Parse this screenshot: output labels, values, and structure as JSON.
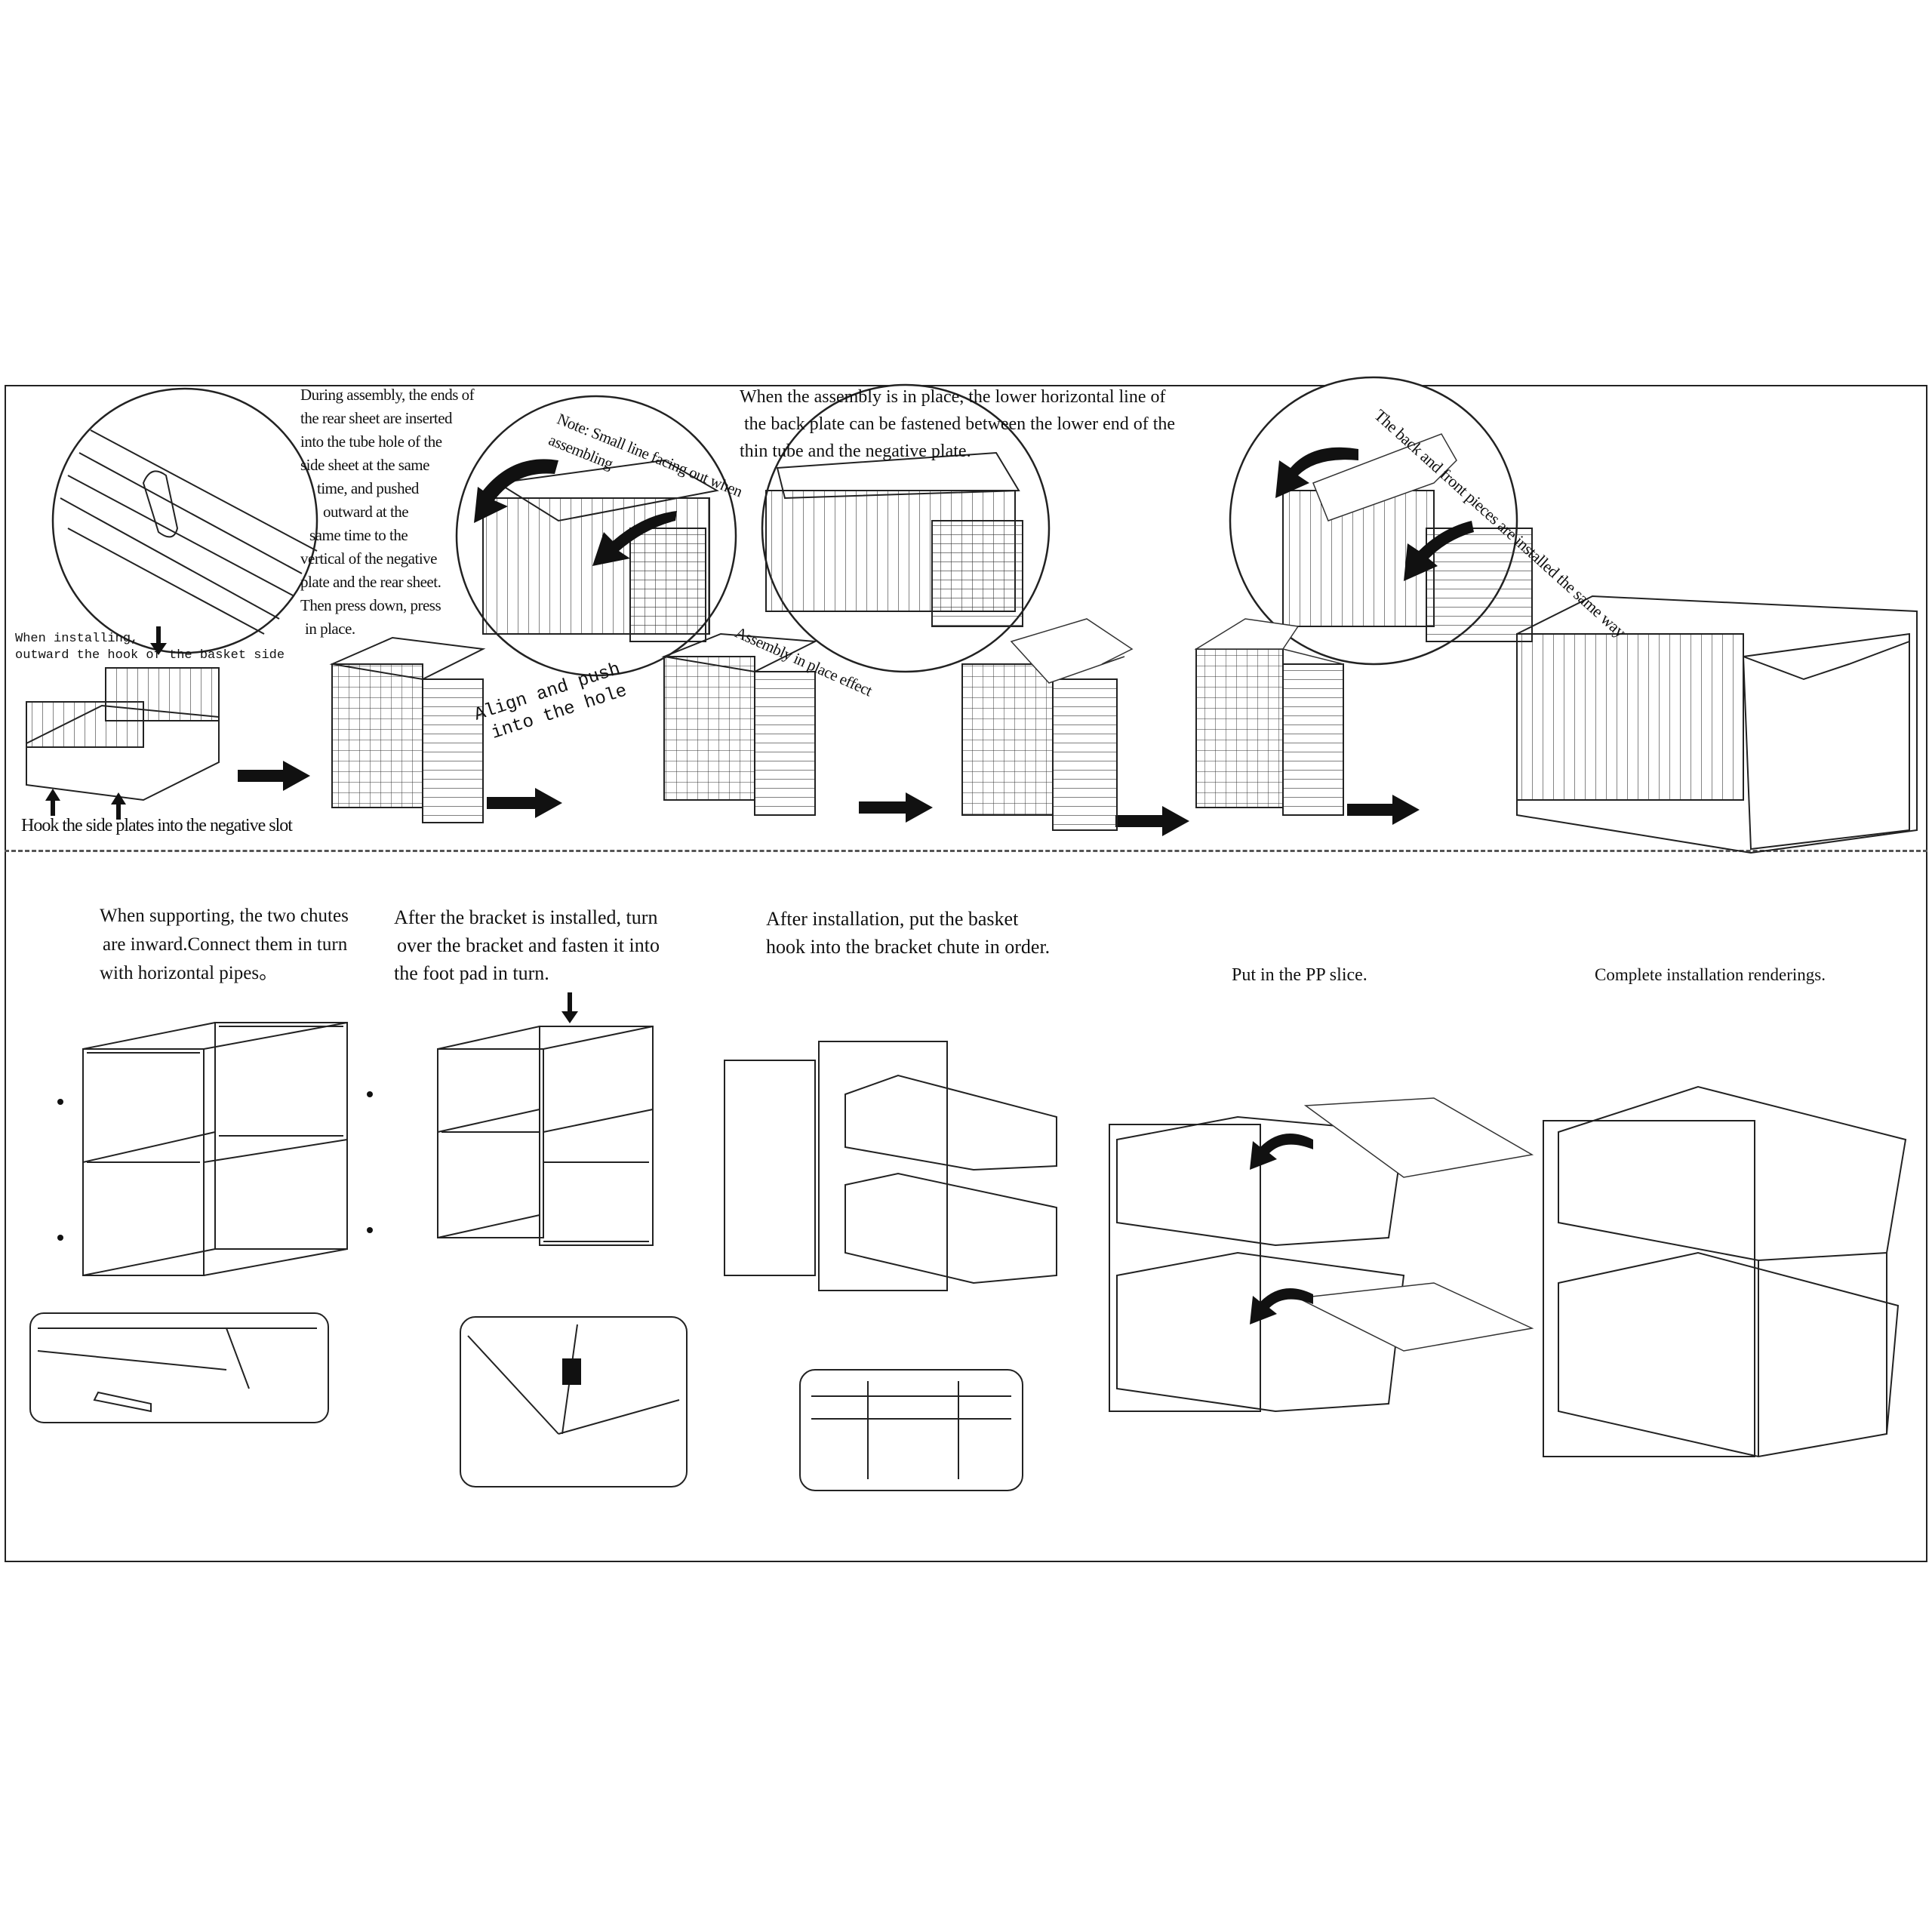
{
  "top_row": {
    "rear_sheet_note": [
      "During assembly, the ends of",
      "the rear sheet are inserted",
      "into the tube hole of the",
      "side sheet at the same",
      "time, and pushed",
      "outward at the",
      "same time to the",
      "vertical of the negative",
      "plate and the rear sheet.",
      "Then press down, press",
      "in place."
    ],
    "small_line_note": [
      "Note: Small line facing out when",
      "assembling"
    ],
    "back_plate_note": [
      "When the assembly is in place, the lower horizontal line of",
      "the back plate can be fastened between the lower end of the",
      "thin tube and the negative plate."
    ],
    "same_way_note": "The back and front pieces are installed the same way",
    "hook_outward_note": [
      "When installing,",
      "outward the hook of the basket side"
    ],
    "hook_side_plates": "Hook the side plates into the negative slot",
    "align_push": [
      "Align and push",
      "into the hole"
    ],
    "in_place_effect": "Assembly in place effect"
  },
  "bottom_row": {
    "step1": [
      "When supporting, the two chutes",
      "are inward.Connect them in turn",
      "with horizontal pipes。"
    ],
    "step2": [
      "After the bracket is installed, turn",
      "over the bracket and fasten it into",
      "the foot pad in turn."
    ],
    "step3": [
      "After installation, put the basket",
      "hook into the bracket chute in order."
    ],
    "step4": "Put in the PP slice.",
    "step5": "Complete installation renderings."
  },
  "icons": [
    "arrow-right-icon",
    "curved-arrow-icon",
    "arrow-up-icon",
    "arrow-down-icon",
    "hex-key-icon",
    "screw-icon"
  ]
}
